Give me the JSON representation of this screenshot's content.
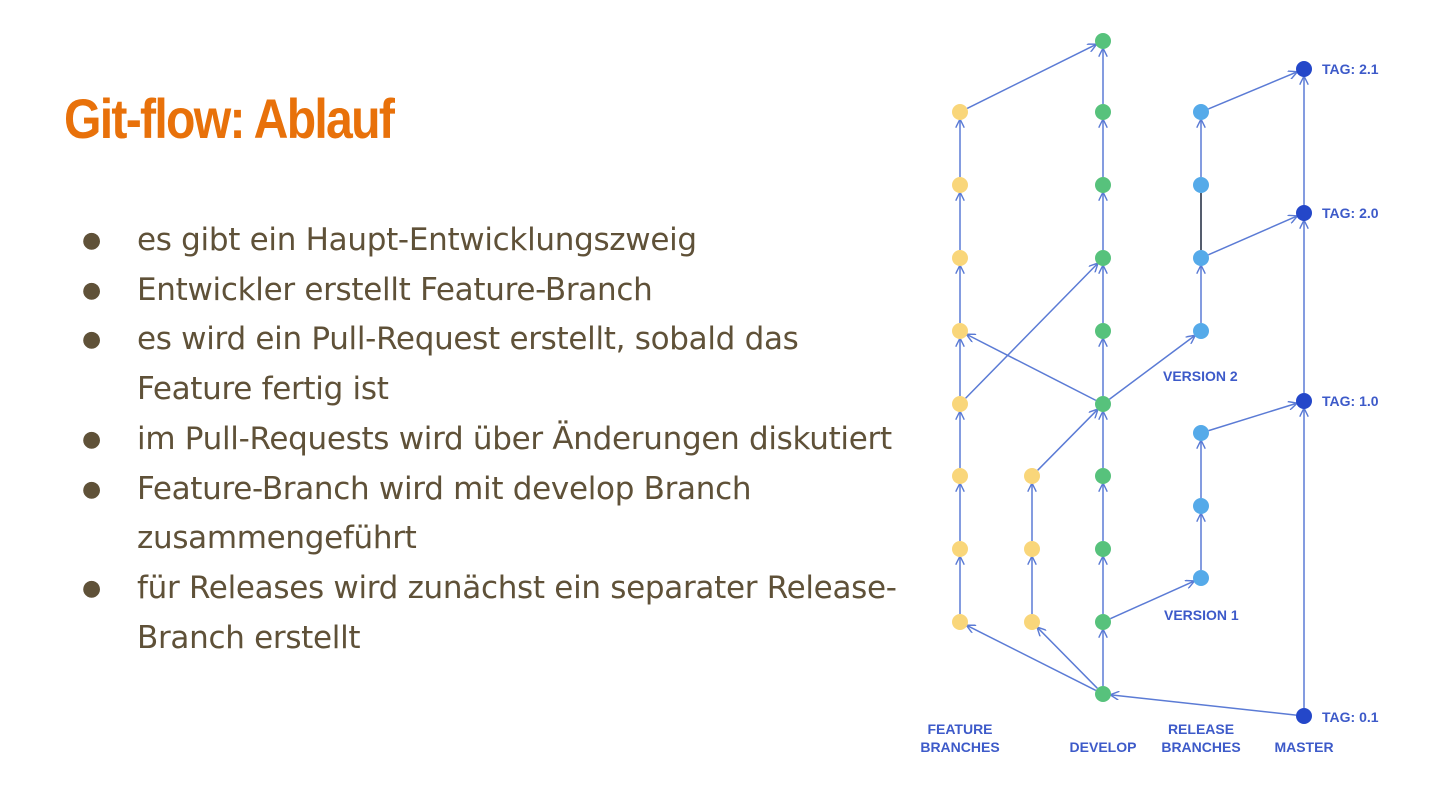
{
  "slide": {
    "title": "Git-flow: Ablauf",
    "bullets": [
      "es gibt ein Haupt-Entwicklungszweig",
      "Entwickler erstellt Feature-Branch",
      "es wird ein Pull-Request erstellt, sobald das Feature fertig ist",
      "im Pull-Requests wird über Änderungen diskutiert",
      "Feature-Branch wird mit develop Branch zusammengeführt",
      "für Releases wird zunächst ein separater Release-Branch erstellt"
    ],
    "bullet_glyph": "●"
  },
  "diagram": {
    "colors": {
      "feature": "#f9d67a",
      "develop": "#57c27c",
      "release": "#55aae9",
      "master": "#2447c9",
      "edge": "#5b7bd5",
      "label": "#3d5ac9"
    },
    "column_labels": {
      "feature_1": "FEATURE",
      "feature_2": "BRANCHES",
      "develop": "DEVELOP",
      "release_1": "RELEASE",
      "release_2": "BRANCHES",
      "master": "MASTER"
    },
    "tags": {
      "t01": "TAG: 0.1",
      "t10": "TAG: 1.0",
      "t20": "TAG: 2.0",
      "t21": "TAG: 2.1"
    },
    "versions": {
      "v1": "VERSION 1",
      "v2": "VERSION 2"
    }
  }
}
